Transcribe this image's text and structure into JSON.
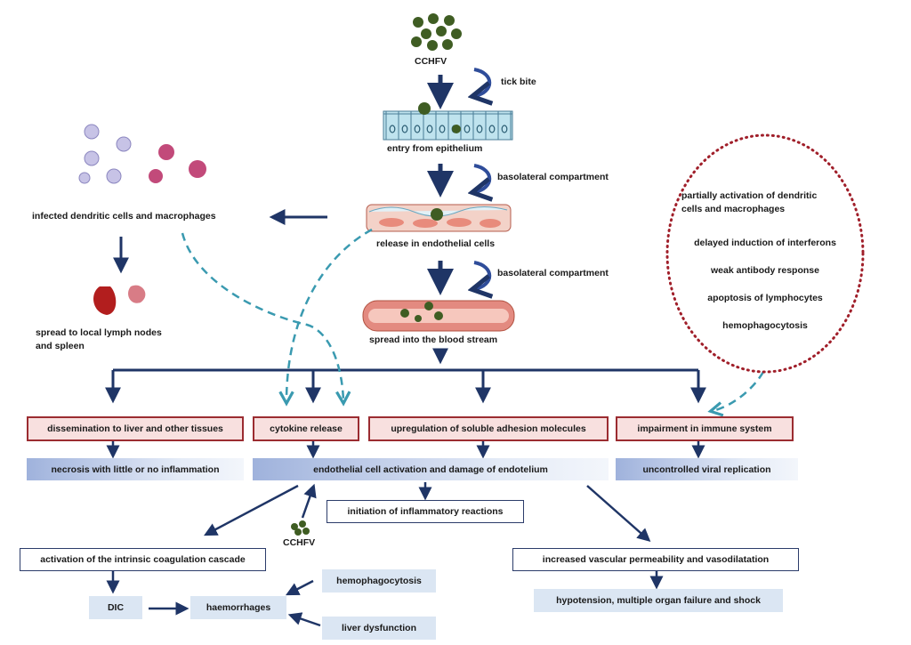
{
  "top": {
    "virus": "CCHFV",
    "tick_bite": "tick bite",
    "entry": "entry from epithelium",
    "basolateral_1": "basolateral compartment",
    "release": "release in endothelial cells",
    "basolateral_2": "basolateral compartment",
    "spread_blood": "spread into the blood stream"
  },
  "left": {
    "infected": "infected dendritic cells and macrophages",
    "spread_lymph_line1": "spread to local lymph nodes",
    "spread_lymph_line2": "and spleen"
  },
  "ellipse": {
    "items": [
      "partially activation of dendritic",
      "cells and macrophages",
      "delayed induction of interferons",
      "weak antibody response",
      "apoptosis of lymphocytes",
      "hemophagocytosis"
    ]
  },
  "red_boxes": {
    "dissemination": "dissemination to liver and other tissues",
    "cytokine": "cytokine release",
    "upregulation": "upregulation of soluble adhesion molecules",
    "impairment": "impairment in immune system"
  },
  "grad_boxes": {
    "necrosis": "necrosis  with little or no inflammation",
    "endothelial": "endothelial cell activation and damage of endotelium",
    "uncontrolled": "uncontrolled viral replication"
  },
  "lower": {
    "initiation": "initiation of inflammatory reactions",
    "virus": "CCHFV",
    "activation": "activation of the intrinsic coagulation cascade",
    "dic": "DIC",
    "haemorrhages": "haemorrhages",
    "hemophagocytosis": "hemophagocytosis",
    "liver": "liver dysfunction",
    "permeability": "increased vascular permeability and vasodilatation",
    "hypotension": "hypotension, multiple organ failure and shock"
  },
  "colors": {
    "navy": "#1f3566",
    "teal_dashed": "#3a9ab0",
    "red_border": "#9b2c31",
    "red_fill": "#f8e0df",
    "ellipse_dot": "#a01f2a",
    "virus": "#3f5d23"
  }
}
